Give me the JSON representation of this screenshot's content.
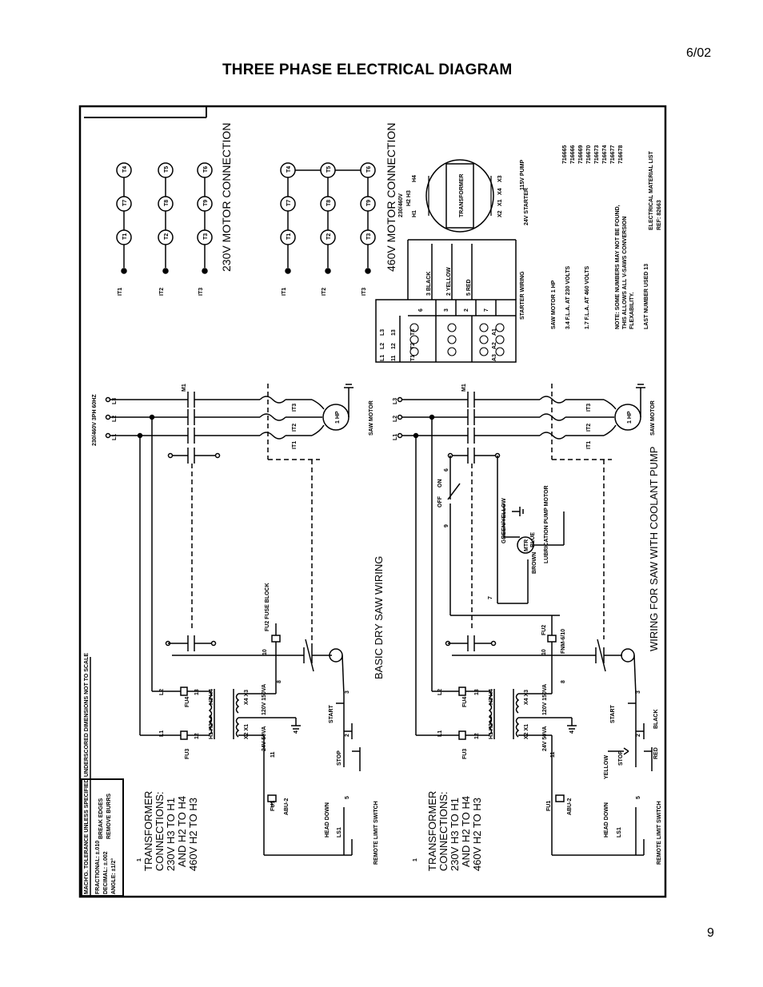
{
  "header": {
    "date": "6/02",
    "title": "THREE PHASE ELECTRICAL DIAGRAM"
  },
  "footer": {
    "page_number": "9"
  },
  "title_block": {
    "row1": "MACH'G. TOLERANCE UNLESS SPECIFIED",
    "row1b": "UNDERSCORED DIMENSIONS NOT TO SCALE",
    "fractional": "FRACTIONAL: ±.010",
    "decimal": "DECIMAL: ±.002",
    "angle": "ANGLE: ±1/2°",
    "edges": "BREAK EDGES",
    "burrs": "REMOVE BURRS"
  },
  "motor_230": {
    "caption": "230V MOTOR CONNECTION",
    "inputs": [
      "IT1",
      "IT2",
      "IT3"
    ],
    "row1": [
      "T1",
      "T7",
      "T4"
    ],
    "row2": [
      "T2",
      "T8",
      "T5"
    ],
    "row3": [
      "T3",
      "T9",
      "T6"
    ]
  },
  "motor_460": {
    "caption": "460V MOTOR CONNECTION",
    "inputs": [
      "IT1",
      "IT2",
      "IT3"
    ],
    "row1": [
      "T1",
      "T7",
      "T4"
    ],
    "row2": [
      "T2",
      "T8",
      "T5"
    ],
    "row3": [
      "T3",
      "T9",
      "T6"
    ]
  },
  "transformer_detail": {
    "label": "TRANSFORMER",
    "volts": "230/460V",
    "h_top": "H2 H3",
    "h1": "H1",
    "h4": "H4",
    "x3": "X3",
    "x4": "X4",
    "x1": "X1",
    "x2": "X2",
    "pump": "115V PUMP",
    "starter": "24V STARTER"
  },
  "starter_box": {
    "wires": [
      "3 BLACK",
      "2 YELLOW",
      "5 RED"
    ],
    "label": "STARTER WIRING",
    "numbers": [
      "6",
      "3",
      "2",
      "7"
    ],
    "lines": [
      "L3",
      "L2",
      "L1"
    ],
    "row_a": [
      "13",
      "12",
      "11"
    ],
    "row_b": [
      "T3",
      "T2",
      "T1"
    ],
    "row_c": [
      "A1",
      "A2",
      "A3"
    ]
  },
  "specs": {
    "motor": "SAW MOTOR 1 HP",
    "fla230": "3.4 F.L.A. AT 230 VOLTS",
    "fla460": "1.7 F.L.A. AT 460 VOLTS"
  },
  "note": {
    "l1": "NOTE: SOME NUMBERS MAY NOT BE FOUND,",
    "l2": "THIS ALLOWS ALL V-SAWS CONVERSION",
    "l3": "FLEXABILITY.",
    "l4": "LAST NUMBER USED 13"
  },
  "material_list": {
    "items": [
      "716665",
      "716666",
      "716669",
      "716670",
      "716673",
      "716674",
      "716677",
      "716678"
    ],
    "title": "ELECTRICAL MATERIAL LIST",
    "ref": "REF: 82663"
  },
  "basic": {
    "title": "BASIC DRY SAW WIRING",
    "supply": "230/460V 3PH 60HZ",
    "phases": [
      "L3",
      "L2",
      "L1"
    ],
    "m1": "M1",
    "terms": [
      "IT3",
      "IT2",
      "IT1"
    ],
    "motor_hp": "1 HP",
    "saw_motor": "SAW MOTOR",
    "fu2": "FU2 FUSE BLOCK",
    "fu3": "FU3",
    "fu4": "FU4",
    "fu1": "FU1",
    "abu": "ABU-2",
    "l1": "L1",
    "l2": "L2",
    "i2": "12",
    "i3": "13",
    "va120": "120V 150VA",
    "va24": "24V 50VA",
    "h_lbl": "H1 H2",
    "h_lbl2": "H3 H4",
    "x_lbl": "X2 X1",
    "x_lbl2": "X4 X3",
    "start": "START",
    "stop": "STOP",
    "head_down": "HEAD DOWN",
    "ls1": "LS1",
    "remote": "REMOTE LIMIT SWITCH",
    "transformer_conn": [
      "TRANSFORMER",
      "CONNECTIONS:",
      "230V H3 TO H1",
      "AND H2 TO H4",
      "460V H2 TO H3"
    ],
    "wire_nums": [
      "1",
      "2",
      "3",
      "4",
      "5",
      "8",
      "10",
      "11"
    ]
  },
  "coolant": {
    "title": "WIRING FOR SAW WITH COOLANT PUMP",
    "phases": [
      "L3",
      "L2",
      "L1"
    ],
    "m1": "M1",
    "terms": [
      "IT3",
      "IT2",
      "IT1"
    ],
    "motor_hp": "1 HP",
    "saw_motor": "SAW MOTOR",
    "fu2": "FU2",
    "fnm": "FNM-6/10",
    "fu3": "FU3",
    "fu4": "FU4",
    "fu1": "FU1",
    "abu": "ABU-2",
    "l1": "L1",
    "l2": "L2",
    "i2": "12",
    "i3": "13",
    "va120": "120V 150VA",
    "va24": "24V 50VA",
    "h_lbl": "H1 H2",
    "h_lbl2": "H3 H4",
    "x_lbl": "X2 X1",
    "x_lbl2": "X4 X3",
    "start": "START",
    "stop": "STOP",
    "head_down": "HEAD DOWN",
    "ls1": "LS1",
    "remote": "REMOTE LIMIT SWITCH",
    "yellow": "YELLOW",
    "red": "RED",
    "black": "BLACK",
    "off": "OFF",
    "on": "ON",
    "green_yellow": "GREEN/YELLOW",
    "blue": "BLUE",
    "brown": "BROWN",
    "mtr": "MTR",
    "pump_motor": "LUBRICATION PUMP MOTOR",
    "transformer_conn": [
      "TRANSFORMER",
      "CONNECTIONS:",
      "230V H3 TO H1",
      "AND H2 TO H4",
      "460V H2 TO H3"
    ],
    "wire_nums": [
      "1",
      "2",
      "3",
      "4",
      "5",
      "6",
      "7",
      "8",
      "9",
      "10",
      "11"
    ]
  }
}
